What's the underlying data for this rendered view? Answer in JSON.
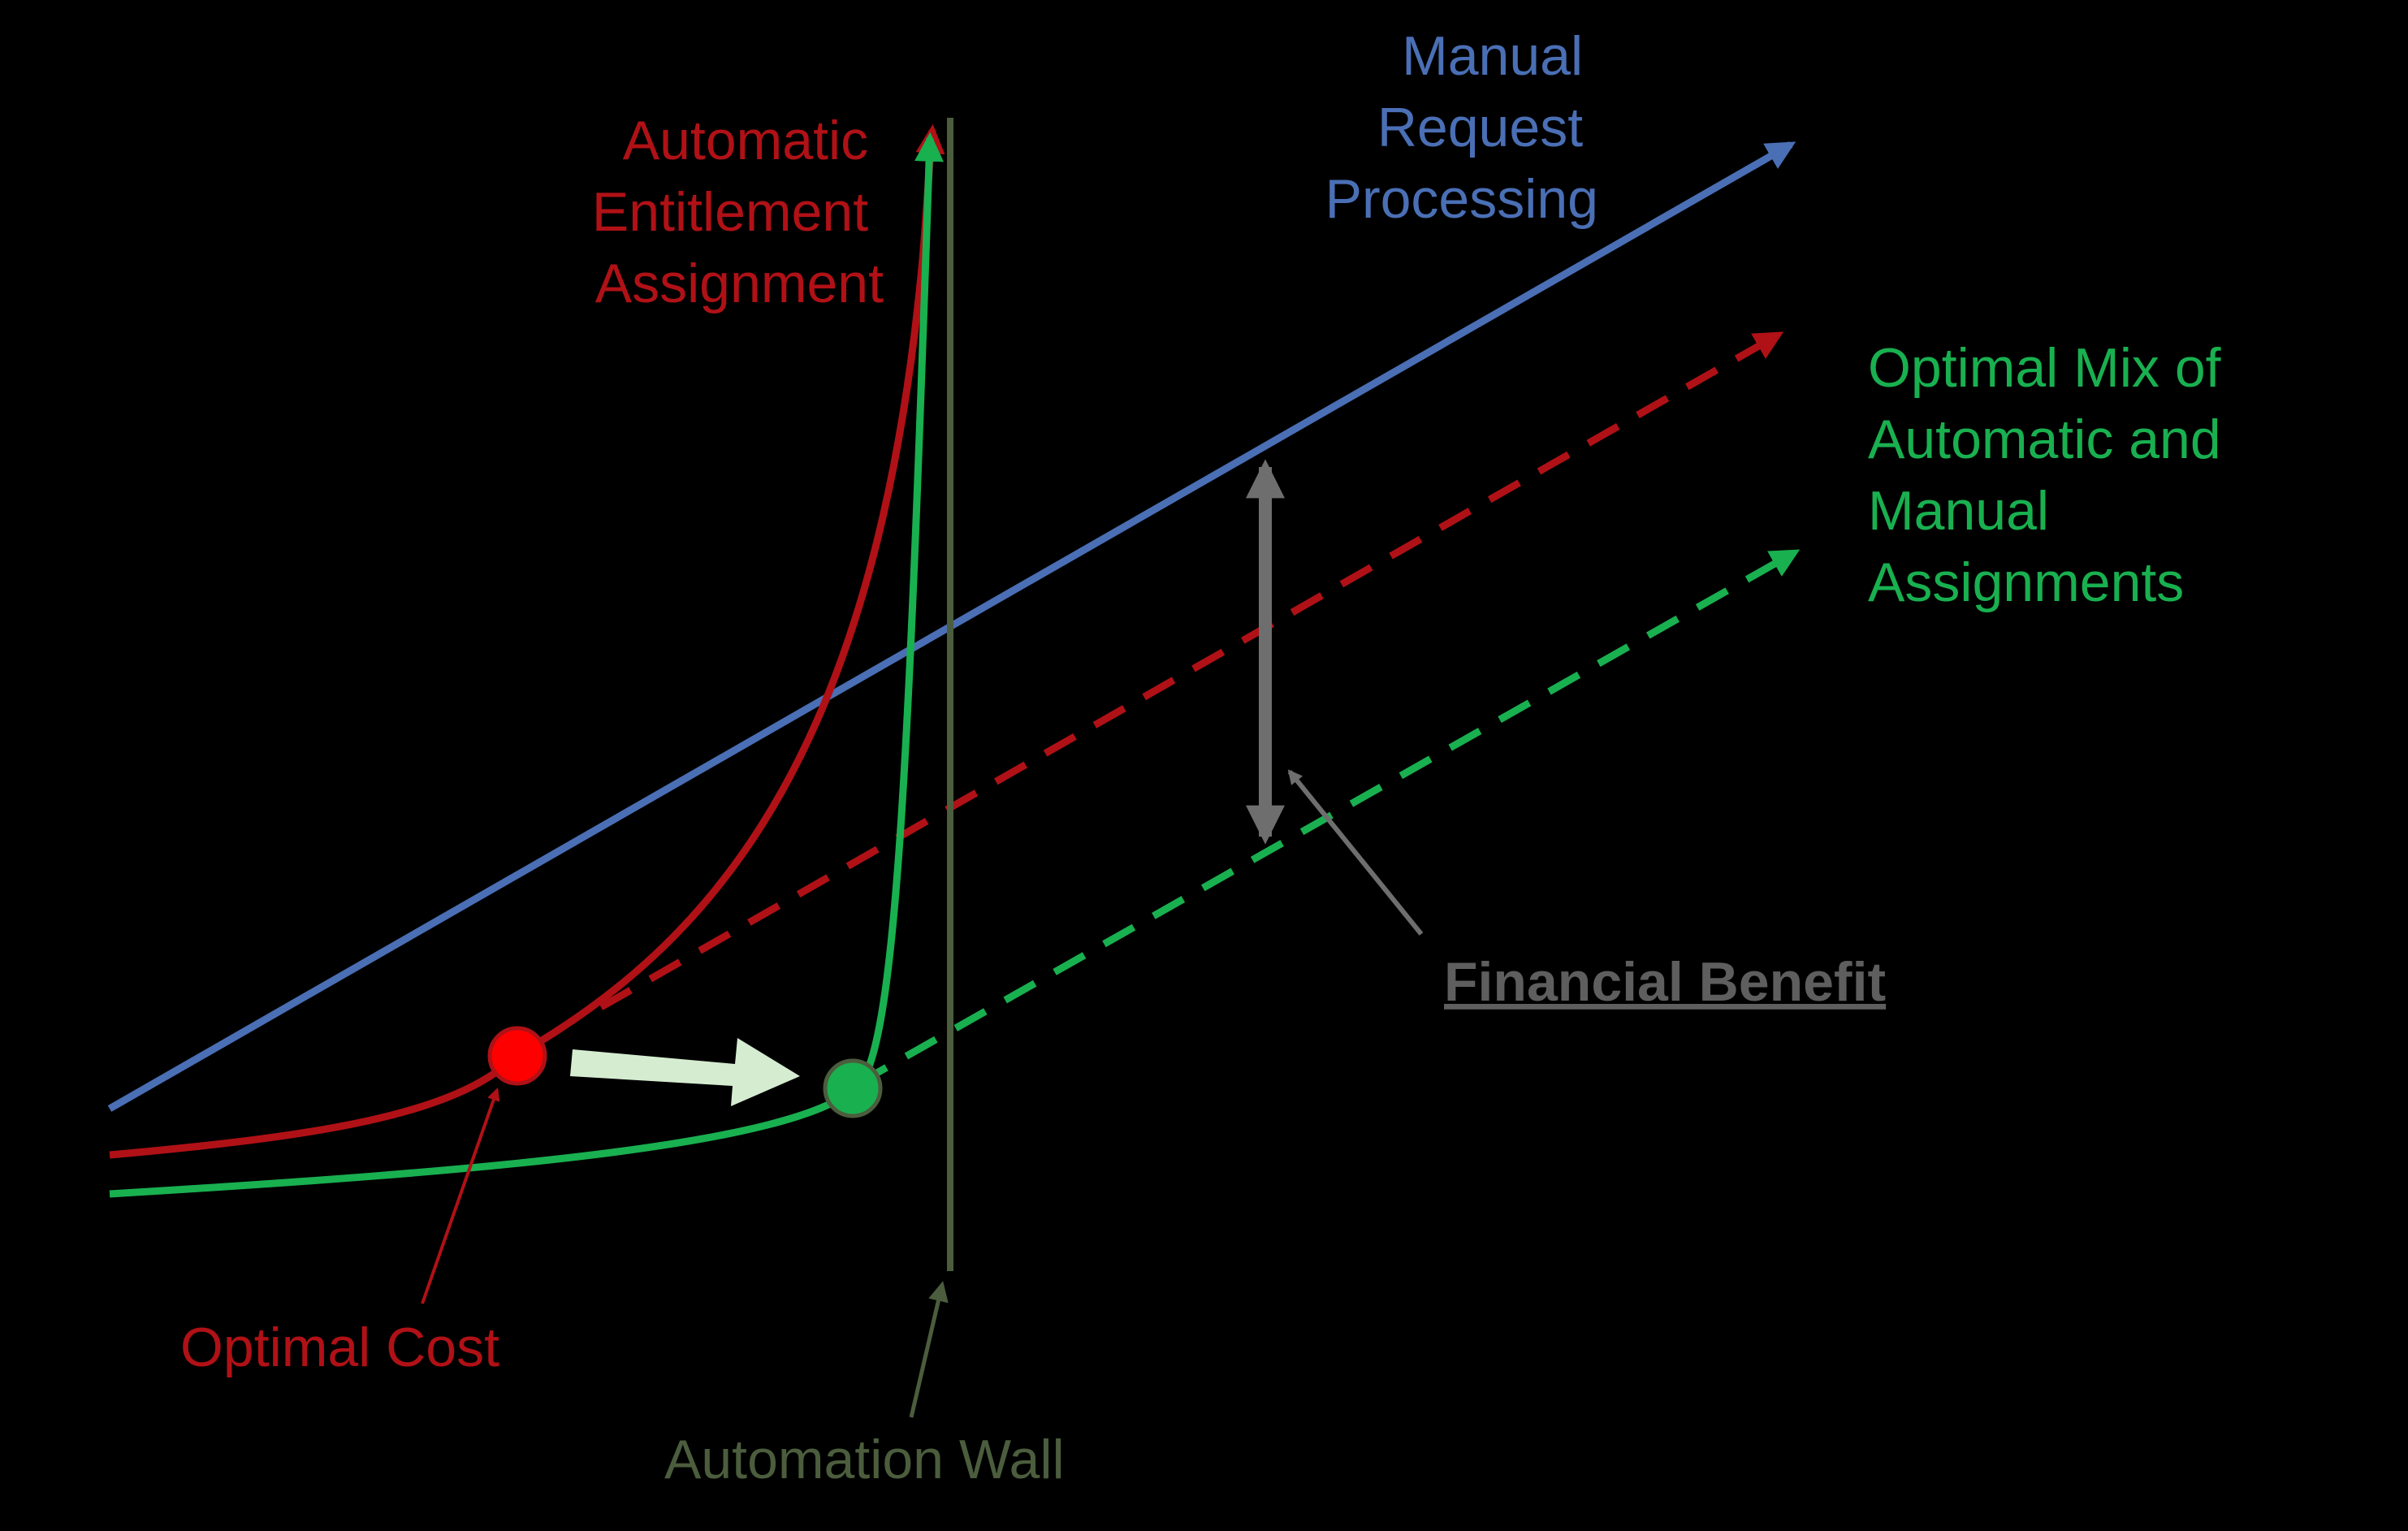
{
  "labels": {
    "manual": [
      "Manual",
      "Request",
      "Processing"
    ],
    "automatic": [
      "Automatic",
      "Entitlement",
      "Assignment"
    ],
    "optimal_mix": [
      "Optimal Mix of",
      "Automatic and",
      "Manual",
      "Assignments"
    ],
    "financial_benefit": "Financial Benefit",
    "optimal_cost": "Optimal Cost",
    "automation_wall": "Automation Wall"
  },
  "colors": {
    "manual": "#4a6fb5",
    "automatic": "#b01116",
    "optimal_mix": "#19b050",
    "automation_wall": "#4b5d3d",
    "benefit": "#6e6e6e",
    "shift_arrow": "#d5ecd0",
    "optimal_cost_point": "#ff0000",
    "optimal_mix_point": "#19b050"
  }
}
